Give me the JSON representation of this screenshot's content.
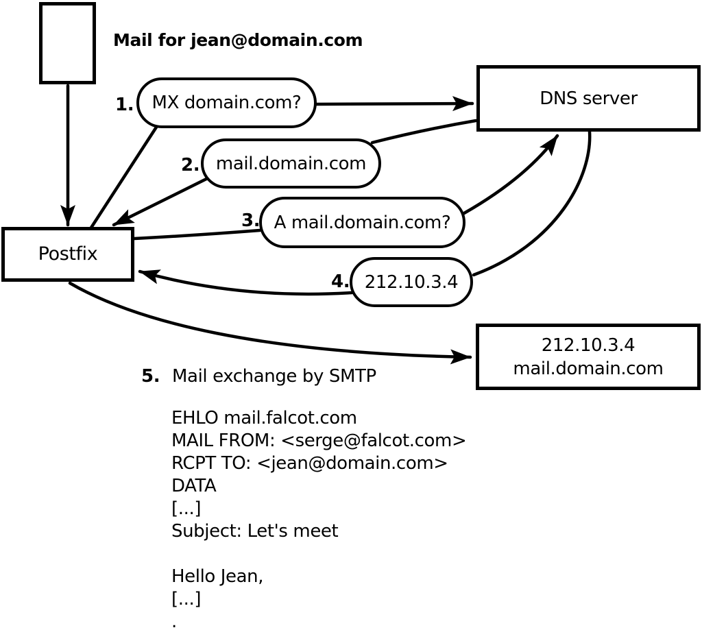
{
  "heading": "Mail for jean@domain.com",
  "nodes": {
    "postfix": {
      "label": "Postfix"
    },
    "dns_server": {
      "label": "DNS server"
    },
    "mail_server": {
      "line1": "212.10.3.4",
      "line2": "mail.domain.com"
    }
  },
  "steps": [
    {
      "num": "1.",
      "label": "MX domain.com?"
    },
    {
      "num": "2.",
      "label": "mail.domain.com"
    },
    {
      "num": "3.",
      "label": "A mail.domain.com?"
    },
    {
      "num": "4.",
      "label": "212.10.3.4"
    },
    {
      "num": "5.",
      "label": "Mail exchange by SMTP"
    }
  ],
  "smtp_session": {
    "lines": [
      "EHLO mail.falcot.com",
      "MAIL FROM: <serge@falcot.com>",
      "RCPT TO: <jean@domain.com>",
      "DATA",
      "[...]",
      "Subject: Let's meet",
      "",
      "Hello Jean,",
      "[...]",
      "."
    ]
  },
  "colors": {
    "ink": "#000000",
    "paper": "#ffffff"
  }
}
